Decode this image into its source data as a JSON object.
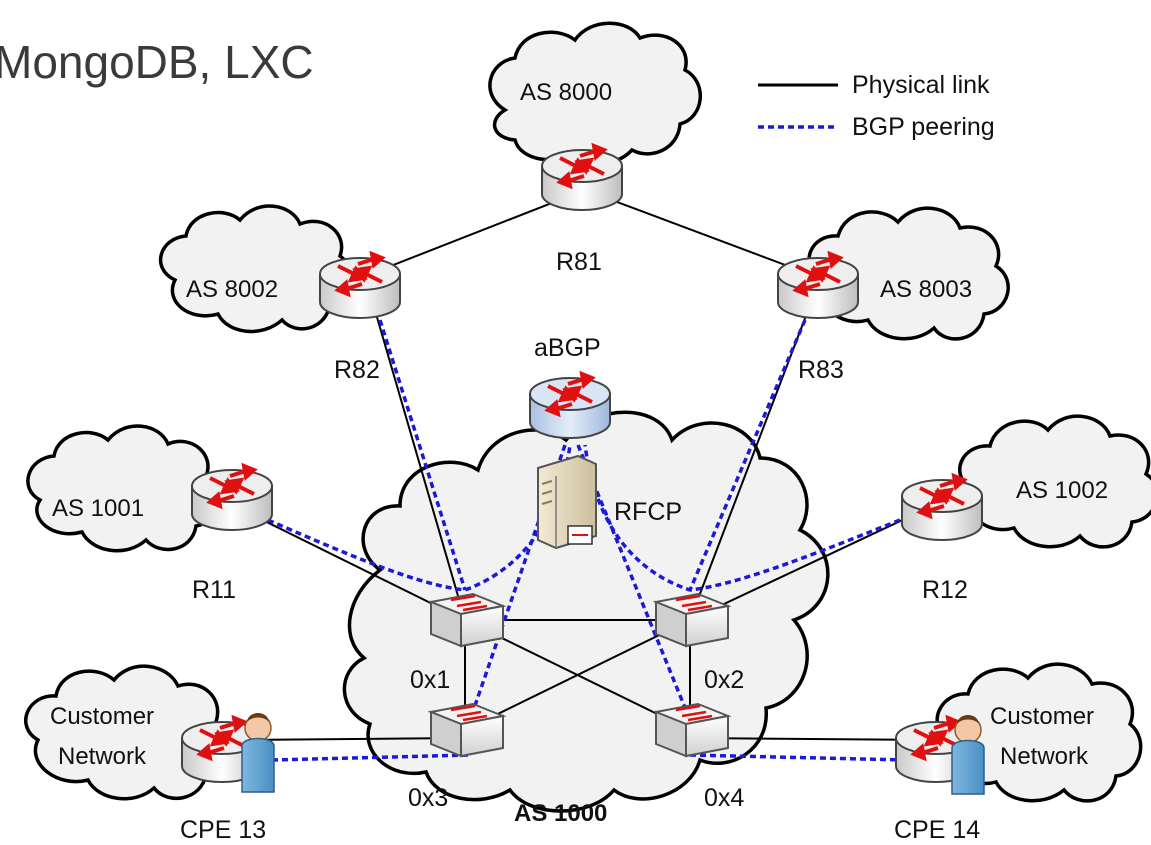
{
  "heading": {
    "line1": "MongoDB, LXC"
  },
  "legend": {
    "physical_link": "Physical link",
    "bgp_peering": "BGP peering",
    "physical_color": "#000000",
    "bgp_color": "#1b1bd6"
  },
  "clouds": {
    "as8000": "AS 8000",
    "as8002": "AS 8002",
    "as8003": "AS 8003",
    "as1001": "AS 1001",
    "as1002": "AS 1002",
    "as1000": "AS 1000",
    "customer_left": [
      "Customer",
      "Network"
    ],
    "customer_right": [
      "Customer",
      "Network"
    ]
  },
  "nodes": {
    "r81": "R81",
    "r82": "R82",
    "r83": "R83",
    "r11": "R11",
    "r12": "R12",
    "abgp": "aBGP",
    "rfcp": "RFCP",
    "sw1": "0x1",
    "sw2": "0x2",
    "sw3": "0x3",
    "sw4": "0x4",
    "cpe13": "CPE 13",
    "cpe14": "CPE 14"
  },
  "icons": {
    "router": "router-icon",
    "switch": "switch-icon",
    "server": "server-icon",
    "user": "user-icon"
  },
  "colors": {
    "router_arrows": "#e01010",
    "abgp_router_body": "#c5d7ef",
    "cloud_fill": "#f2f2f2"
  }
}
